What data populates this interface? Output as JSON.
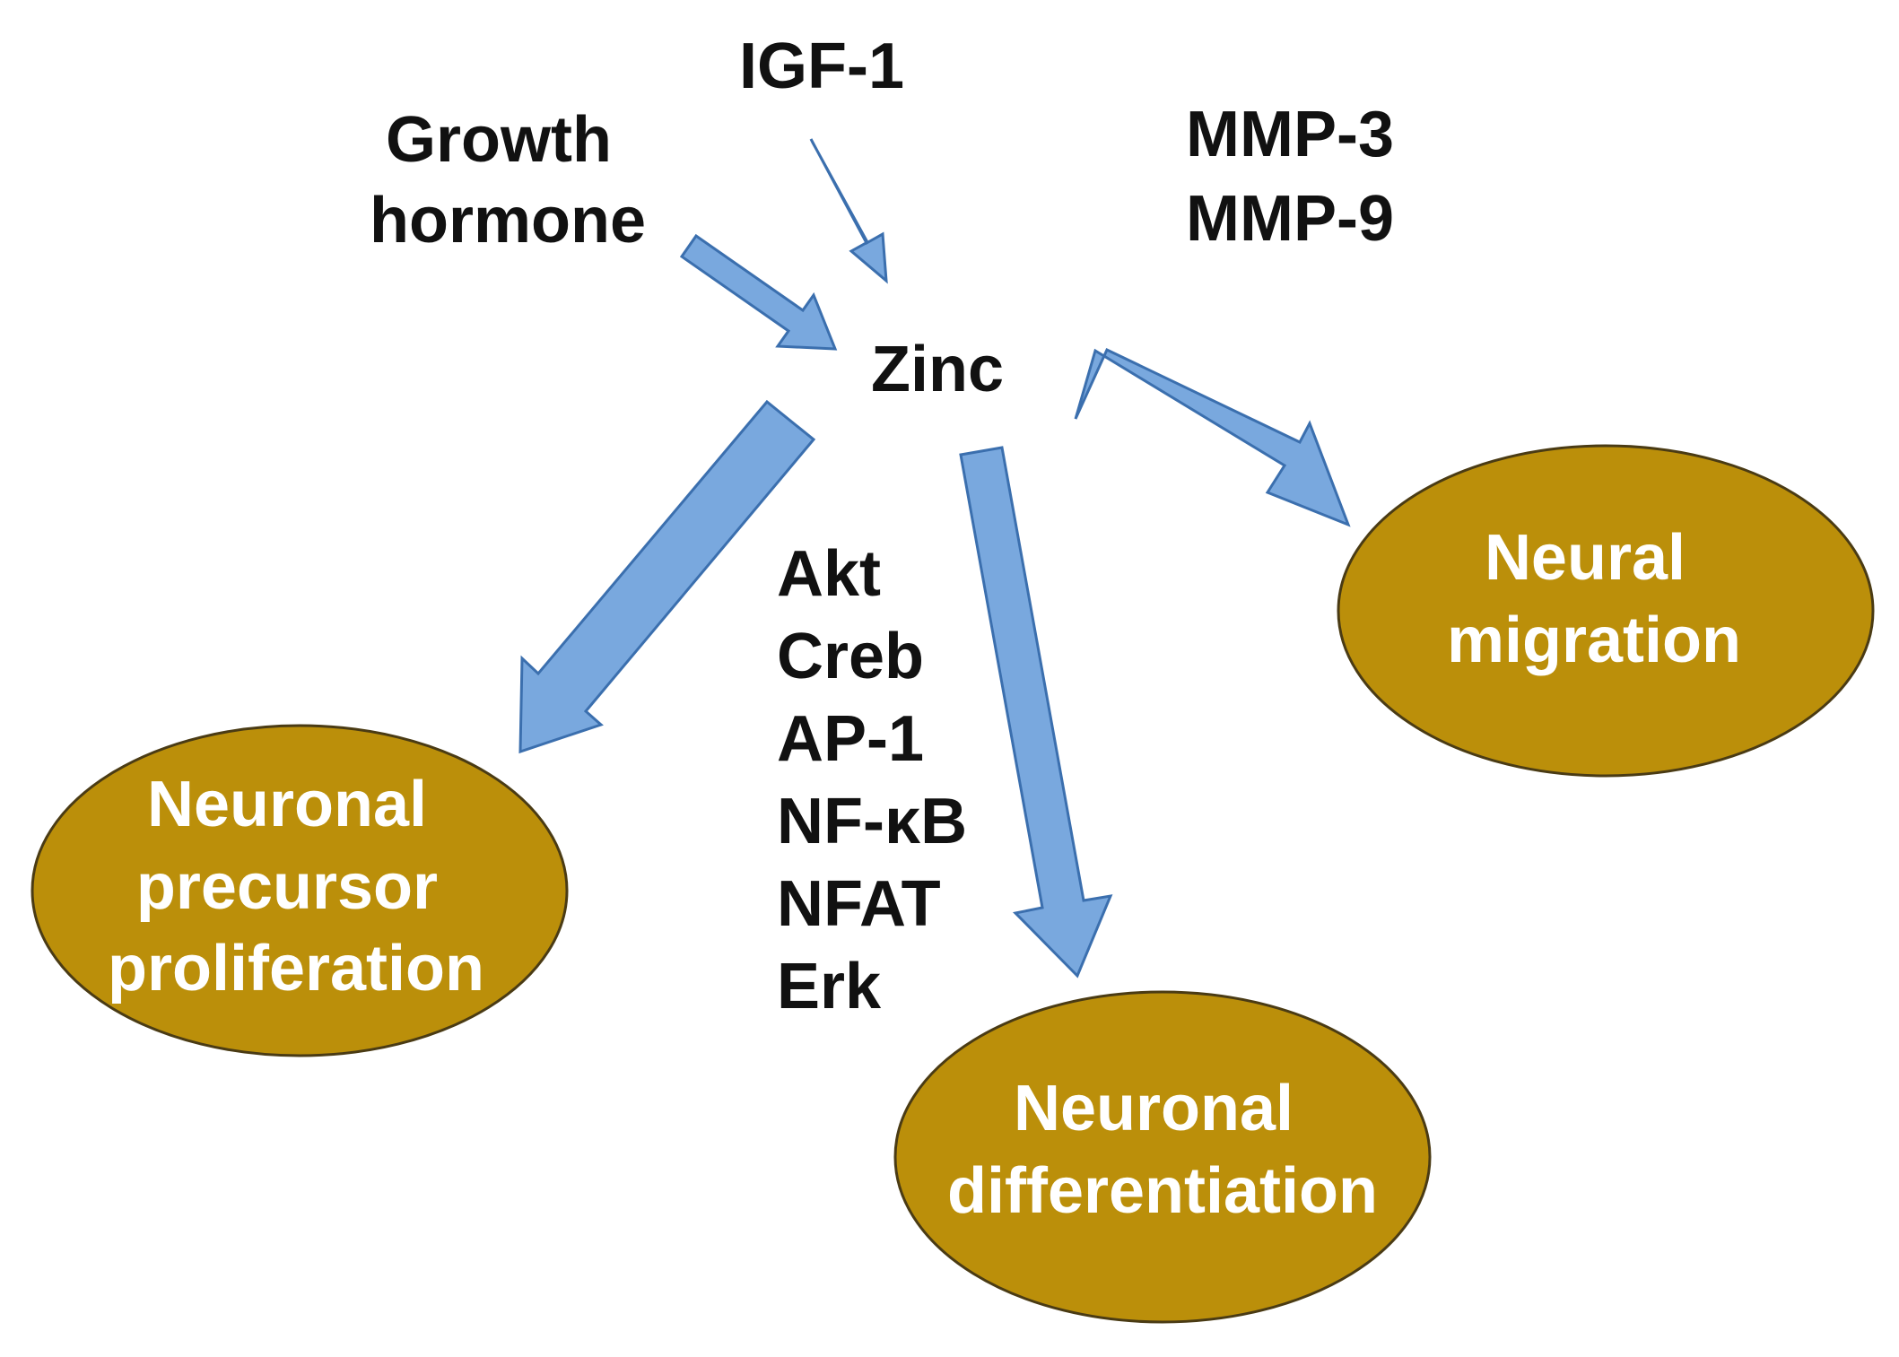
{
  "colors": {
    "arrow_fill": "#79a8de",
    "arrow_stroke": "#3b6fae",
    "node_fill": "#bb8f0a",
    "node_stroke": "#4a3b14",
    "node_text": "#ffffff",
    "label_text": "#111111"
  },
  "inputs": {
    "growth_hormone": [
      "Growth",
      "hormone"
    ],
    "igf1": "IGF-1",
    "mmp": [
      "MMP-3",
      "MMP-9"
    ]
  },
  "center": {
    "label": "Zinc"
  },
  "pathways": [
    "Akt",
    "Creb",
    "AP-1",
    "NF-κB",
    "NFAT",
    "Erk"
  ],
  "outcomes": {
    "proliferation": [
      "Neuronal",
      "precursor",
      "proliferation"
    ],
    "differentiation": [
      "Neuronal",
      "differentiation"
    ],
    "migration": [
      "Neural",
      "migration"
    ]
  }
}
